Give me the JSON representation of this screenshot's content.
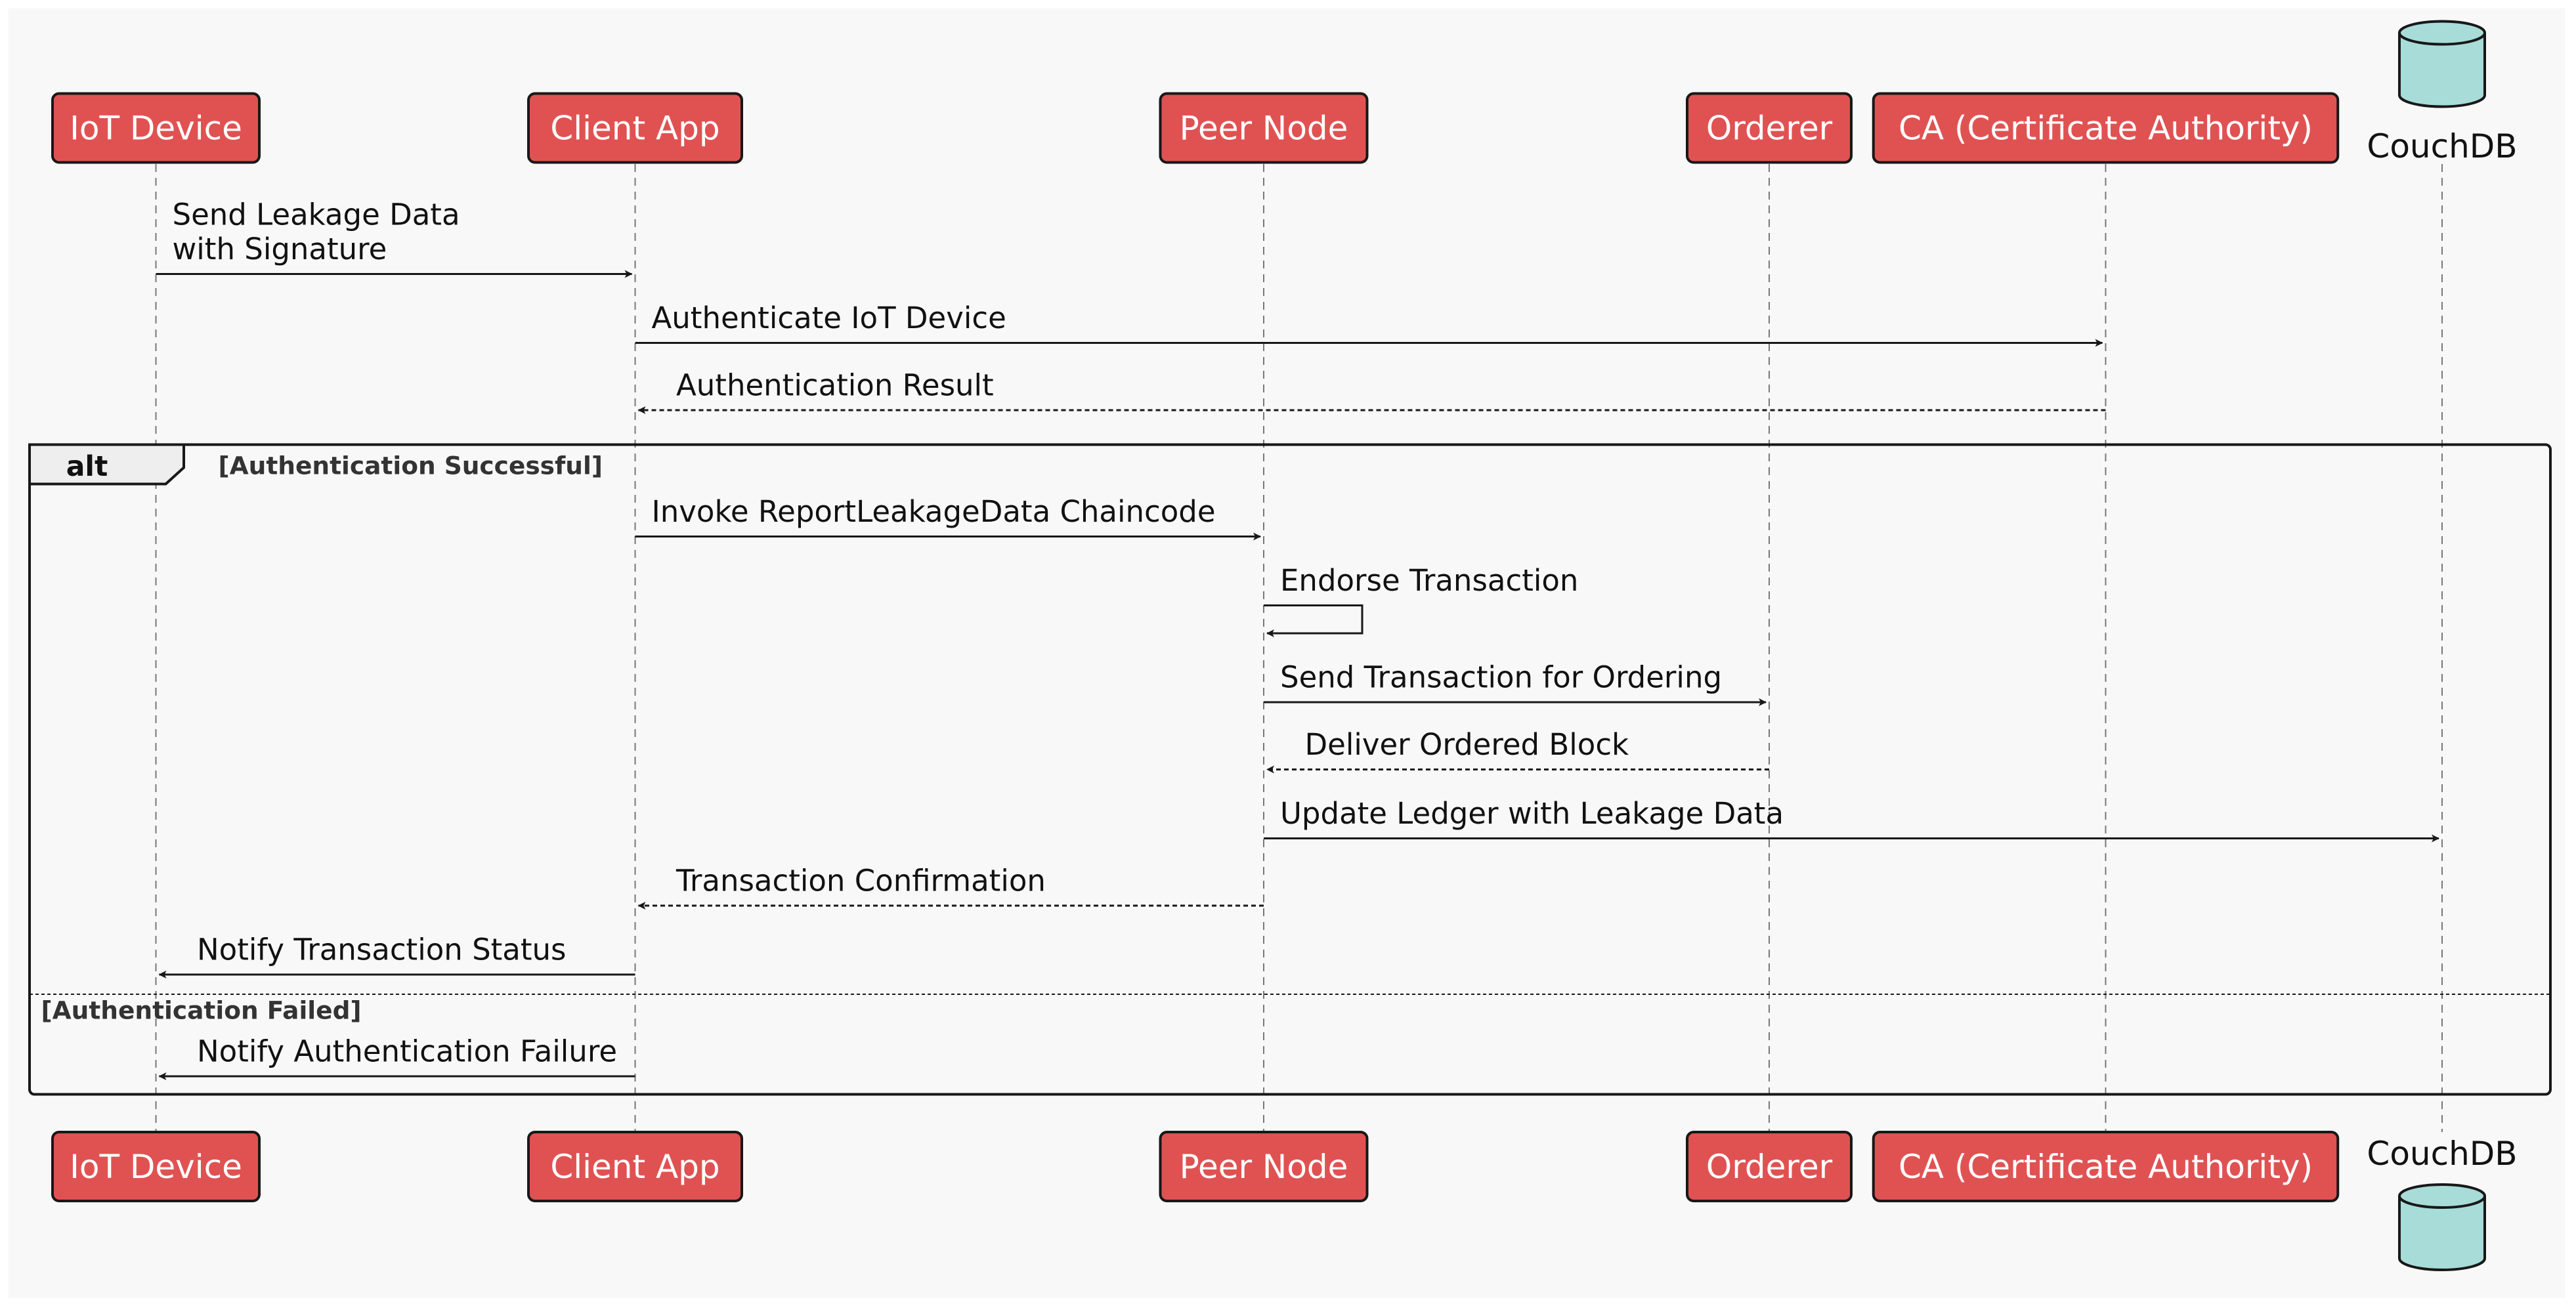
{
  "participants": [
    {
      "id": "iot",
      "label": "IoT Device",
      "kind": "box"
    },
    {
      "id": "client",
      "label": "Client App",
      "kind": "box"
    },
    {
      "id": "peer",
      "label": "Peer Node",
      "kind": "box"
    },
    {
      "id": "orderer",
      "label": "Orderer",
      "kind": "box"
    },
    {
      "id": "ca",
      "label": "CA (Certificate Authority)",
      "kind": "box"
    },
    {
      "id": "couch",
      "label": "CouchDB",
      "kind": "database"
    }
  ],
  "messages": [
    {
      "from": "iot",
      "to": "client",
      "lines": [
        "Send Leakage Data",
        "with Signature"
      ],
      "style": "solid"
    },
    {
      "from": "client",
      "to": "ca",
      "lines": [
        "Authenticate IoT Device"
      ],
      "style": "solid"
    },
    {
      "from": "ca",
      "to": "client",
      "lines": [
        "Authentication Result"
      ],
      "style": "dashed"
    },
    {
      "from": "client",
      "to": "peer",
      "lines": [
        "Invoke ReportLeakageData Chaincode"
      ],
      "style": "solid"
    },
    {
      "from": "peer",
      "to": "peer",
      "lines": [
        "Endorse Transaction"
      ],
      "style": "solid"
    },
    {
      "from": "peer",
      "to": "orderer",
      "lines": [
        "Send Transaction for Ordering"
      ],
      "style": "solid"
    },
    {
      "from": "orderer",
      "to": "peer",
      "lines": [
        "Deliver Ordered Block"
      ],
      "style": "dashed"
    },
    {
      "from": "peer",
      "to": "couch",
      "lines": [
        "Update Ledger with Leakage Data"
      ],
      "style": "solid"
    },
    {
      "from": "peer",
      "to": "client",
      "lines": [
        "Transaction Confirmation"
      ],
      "style": "dashed"
    },
    {
      "from": "client",
      "to": "iot",
      "lines": [
        "Notify Transaction Status"
      ],
      "style": "solid"
    },
    {
      "from": "client",
      "to": "iot",
      "lines": [
        "Notify Authentication Failure"
      ],
      "style": "solid"
    }
  ],
  "fragment": {
    "keyword": "alt",
    "guards": [
      "[Authentication Successful]",
      "[Authentication Failed]"
    ]
  },
  "colors": {
    "background": "#f8f8f8",
    "participant_fill": "#e05252",
    "participant_text": "#ffffff",
    "database_fill": "#a8dcd8",
    "line": "#181818",
    "lifeline": "#777777",
    "text": "#111111",
    "fragment_tab": "#eeeeee"
  }
}
